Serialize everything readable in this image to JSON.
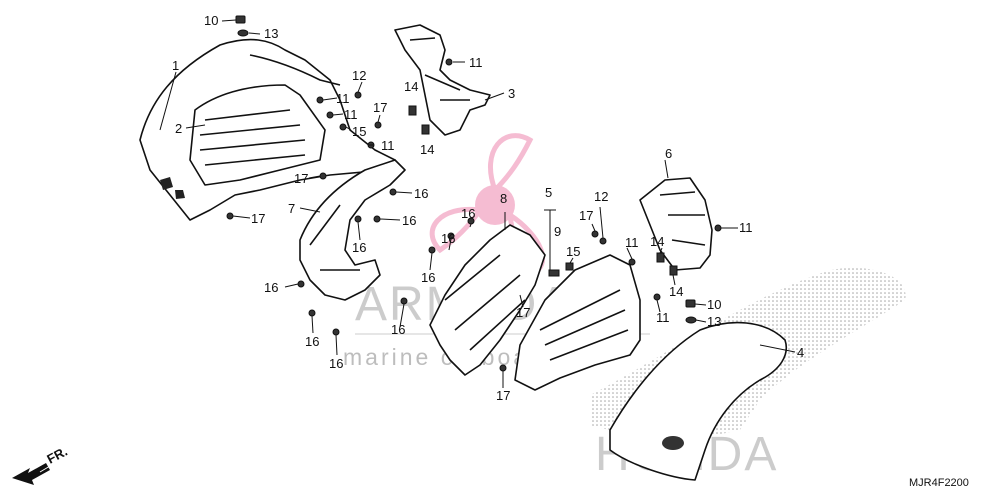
{
  "diagram_code": "MJR4F2200",
  "front_label": "FR.",
  "watermark": {
    "title": "ARMADA",
    "subtitle": "marine outboards",
    "logo_text": "HONDA"
  },
  "callouts": {
    "c1": "1",
    "c2": "2",
    "c3": "3",
    "c4": "4",
    "c5": "5",
    "c6": "6",
    "c7": "7",
    "c8": "8",
    "c9": "9",
    "c10a": "10",
    "c10b": "10",
    "c11a": "11",
    "c11b": "11",
    "c11c": "11",
    "c11d": "11",
    "c11e": "11",
    "c11f": "11",
    "c11g": "11",
    "c12a": "12",
    "c12b": "12",
    "c13a": "13",
    "c13b": "13",
    "c14a": "14",
    "c14b": "14",
    "c14c": "14",
    "c14d": "14",
    "c15a": "15",
    "c15b": "15",
    "c16a": "16",
    "c16b": "16",
    "c16c": "16",
    "c16d": "16",
    "c16e": "16",
    "c16f": "16",
    "c16g": "16",
    "c16h": "16",
    "c16i": "16",
    "c16j": "16",
    "c17a": "17",
    "c17b": "17",
    "c17c": "17",
    "c17d": "17",
    "c17e": "17",
    "c17f": "17"
  },
  "colors": {
    "line": "#111111",
    "propeller_logo": "#f2a6c4",
    "watermark_gray": "#6f6f6f"
  }
}
